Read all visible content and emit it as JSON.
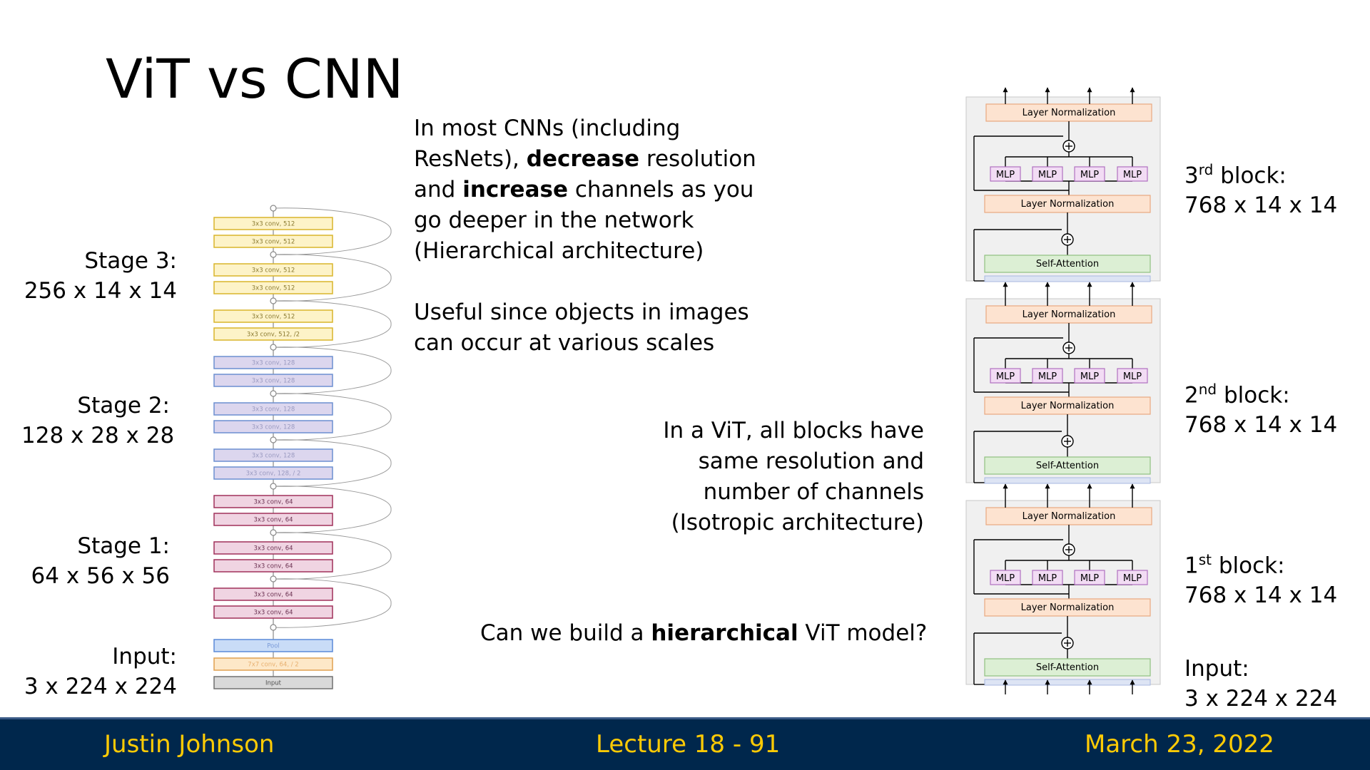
{
  "title": "ViT vs CNN",
  "cnn_text": {
    "line1": "In most CNNs (including",
    "line2_a": "ResNets), ",
    "line2_bold": "decrease",
    "line2_b": " resolution",
    "line3_a": "and ",
    "line3_bold": "increase",
    "line3_b": " channels as you",
    "line4": "go deeper in the network",
    "line5": "(Hierarchical architecture)"
  },
  "useful_text": {
    "line1": "Useful since objects in images",
    "line2": "can occur at various scales"
  },
  "vit_text": {
    "line1": "In a ViT, all blocks have",
    "line2": "same resolution and",
    "line3": "number of channels",
    "line4": "(Isotropic architecture)"
  },
  "question": {
    "a": "Can we build a ",
    "bold": "hierarchical",
    "b": " ViT model?"
  },
  "cnn_stages": [
    {
      "name": "Stage 3:",
      "dims": "256 x 14 x 14"
    },
    {
      "name": "Stage 2:",
      "dims": "128 x 28 x 28"
    },
    {
      "name": "Stage 1:",
      "dims": "64 x 56 x 56"
    },
    {
      "name": "Input:",
      "dims": "3 x 224 x 224"
    }
  ],
  "cnn_layers": [
    {
      "label": "3x3 conv, 512",
      "fill": "#fdf3c8",
      "stroke": "#d9b52b",
      "text_color": "#8a7a30"
    },
    {
      "label": "3x3 conv, 512",
      "fill": "#fdf3c8",
      "stroke": "#d9b52b",
      "text_color": "#8a7a30"
    },
    {
      "label": "3x3 conv, 512",
      "fill": "#fdf3c8",
      "stroke": "#d9b52b",
      "text_color": "#8a7a30"
    },
    {
      "label": "3x3 conv, 512",
      "fill": "#fdf3c8",
      "stroke": "#d9b52b",
      "text_color": "#8a7a30"
    },
    {
      "label": "3x3 conv, 512",
      "fill": "#fdf3c8",
      "stroke": "#d9b52b",
      "text_color": "#8a7a30"
    },
    {
      "label": "3x3 conv, 512, /2",
      "fill": "#fdf3c8",
      "stroke": "#d9b52b",
      "text_color": "#8a7a30"
    },
    {
      "label": "3x3 conv, 128",
      "fill": "#dcd6ee",
      "stroke": "#6c8fd0",
      "text_color": "#9a9ac0"
    },
    {
      "label": "3x3 conv, 128",
      "fill": "#dcd6ee",
      "stroke": "#6c8fd0",
      "text_color": "#9a9ac0"
    },
    {
      "label": "3x3 conv, 128",
      "fill": "#dcd6ee",
      "stroke": "#6c8fd0",
      "text_color": "#9a9ac0"
    },
    {
      "label": "3x3 conv, 128",
      "fill": "#dcd6ee",
      "stroke": "#6c8fd0",
      "text_color": "#9a9ac0"
    },
    {
      "label": "3x3 conv, 128",
      "fill": "#dcd6ee",
      "stroke": "#6c8fd0",
      "text_color": "#9a9ac0"
    },
    {
      "label": "3x3 conv, 128, / 2",
      "fill": "#dcd6ee",
      "stroke": "#6c8fd0",
      "text_color": "#9a9ac0"
    },
    {
      "label": "3x3 conv, 64",
      "fill": "#f0d4e2",
      "stroke": "#a0305a",
      "text_color": "#6a3050"
    },
    {
      "label": "3x3 conv, 64",
      "fill": "#f0d4e2",
      "stroke": "#a0305a",
      "text_color": "#6a3050"
    },
    {
      "label": "3x3 conv, 64",
      "fill": "#f0d4e2",
      "stroke": "#a0305a",
      "text_color": "#6a3050"
    },
    {
      "label": "3x3 conv, 64",
      "fill": "#f0d4e2",
      "stroke": "#a0305a",
      "text_color": "#6a3050"
    },
    {
      "label": "3x3 conv, 64",
      "fill": "#f0d4e2",
      "stroke": "#a0305a",
      "text_color": "#6a3050"
    },
    {
      "label": "3x3 conv, 64",
      "fill": "#f0d4e2",
      "stroke": "#a0305a",
      "text_color": "#6a3050"
    },
    {
      "label": "Pool",
      "fill": "#c9dcf7",
      "stroke": "#5a8ad8",
      "text_color": "#7a9ad8"
    },
    {
      "label": "7x7 conv, 64, / 2",
      "fill": "#fde8c8",
      "stroke": "#e0a050",
      "text_color": "#e8b070"
    },
    {
      "label": "Input",
      "fill": "#d9d9d9",
      "stroke": "#707070",
      "text_color": "#505050"
    }
  ],
  "vit_block": {
    "layer_norm": "Layer Normalization",
    "mlp": "MLP",
    "self_attention": "Self-Attention",
    "colors": {
      "panel": "#f0f0f0",
      "norm_fill": "#fde3d0",
      "norm_stroke": "#e8a880",
      "mlp_fill": "#f2dcf4",
      "mlp_stroke": "#b070c0",
      "attn_fill": "#dcefd4",
      "attn_stroke": "#90c080",
      "token_fill": "#dde4f4",
      "token_stroke": "#a8b8e0"
    }
  },
  "vit_labels": [
    {
      "name_pre": "3",
      "sup": "rd",
      "name_post": " block:",
      "dims": "768 x 14 x 14"
    },
    {
      "name_pre": "2",
      "sup": "nd",
      "name_post": " block:",
      "dims": "768 x 14 x 14"
    },
    {
      "name_pre": "1",
      "sup": "st",
      "name_post": " block:",
      "dims": "768 x 14 x 14"
    },
    {
      "name_pre": "Input:",
      "sup": "",
      "name_post": "",
      "dims": "3 x 224 x 224"
    }
  ],
  "footer": {
    "author": "Justin Johnson",
    "lecture": "Lecture 18 -  91",
    "date": "March 23, 2022",
    "colors": {
      "background": "#00274c",
      "text": "#ffcb05"
    }
  }
}
